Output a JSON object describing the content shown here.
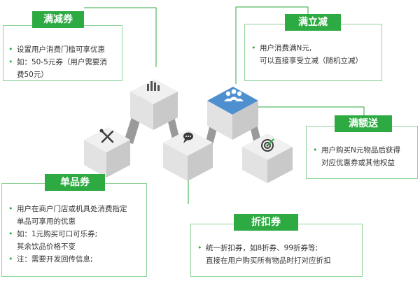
{
  "colors": {
    "accent_green": "#2eaa42",
    "card_border": "#8fd39a",
    "cube_top": "#f0f0f0",
    "cube_front": "#e2e2e2",
    "cube_side": "#c9c9c9",
    "cube_top_highlight": "#4e90cf",
    "road": "#9a9a9a"
  },
  "cards": {
    "manjian": {
      "title": "满减券",
      "items": [
        [
          "设置用户消费门槛可享优惠"
        ],
        [
          "如：50-5元券（用户需要消",
          "费50元）"
        ]
      ]
    },
    "manlijian": {
      "title": "满立减",
      "items": [
        [
          "用户消费满N元,",
          "可以直接享受立减（随机立减）"
        ]
      ]
    },
    "manesong": {
      "title": "满额送",
      "items": [
        [
          "用户购买N元物品后获得",
          "对应优惠券或其他权益"
        ]
      ]
    },
    "danpin": {
      "title": "单品券",
      "items": [
        [
          "用户在商户门店或机具处消费指定",
          "单品可享用的优惠"
        ],
        [
          "如：1元购买可口可乐券;",
          "其余饮品价格不变"
        ],
        [
          "注：需要开发回传信息;"
        ]
      ]
    },
    "zhekou": {
      "title": "折扣券",
      "items": [
        [
          "统一折扣券，如8折券、99折券等;",
          "直接在用户购买所有物品时打对应折扣"
        ]
      ]
    }
  },
  "cubes": [
    {
      "id": "cube-tools",
      "icon": "tools-icon"
    },
    {
      "id": "cube-chart",
      "icon": "chart-icon"
    },
    {
      "id": "cube-chat",
      "icon": "chat-icon"
    },
    {
      "id": "cube-people",
      "icon": "people-icon"
    },
    {
      "id": "cube-target",
      "icon": "target-icon"
    }
  ]
}
